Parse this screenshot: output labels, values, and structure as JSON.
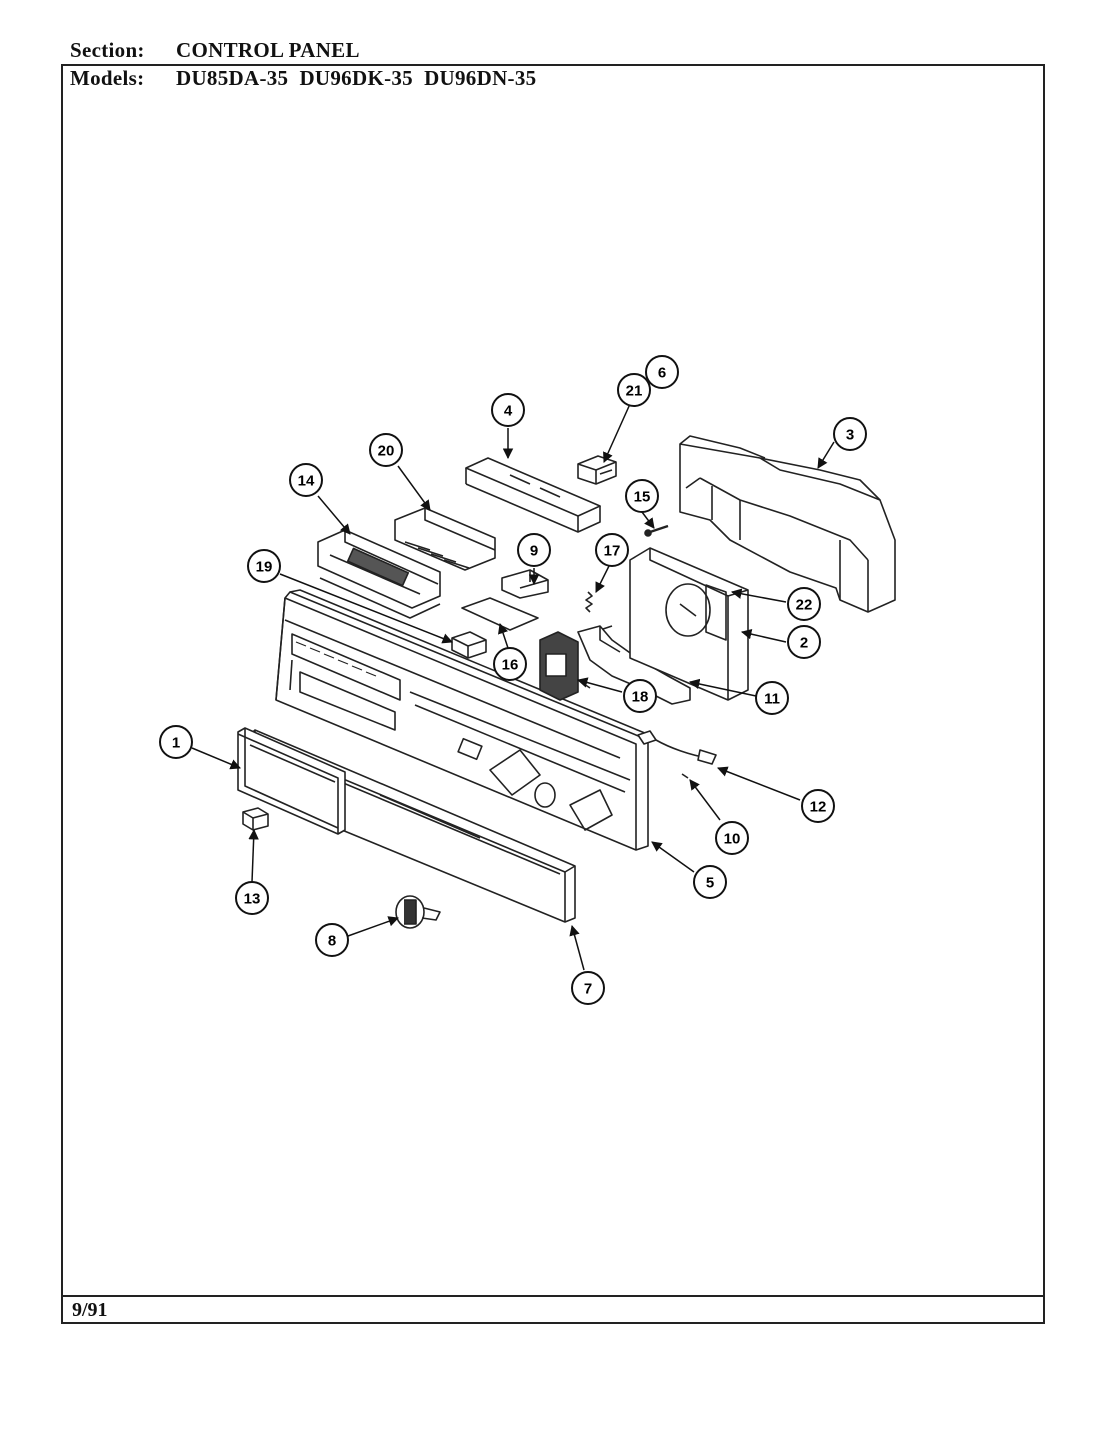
{
  "header": {
    "section_label": "Section:",
    "section_value": "CONTROL PANEL",
    "models_label": "Models:",
    "models_value": "DU85DA-35  DU96DK-35  DU96DN-35"
  },
  "footer": {
    "date": "9/91"
  },
  "callouts": [
    {
      "id": "c1",
      "label": "1"
    },
    {
      "id": "c2",
      "label": "2"
    },
    {
      "id": "c3",
      "label": "3"
    },
    {
      "id": "c4",
      "label": "4"
    },
    {
      "id": "c5",
      "label": "5"
    },
    {
      "id": "c6",
      "label": "6"
    },
    {
      "id": "c7",
      "label": "7"
    },
    {
      "id": "c8",
      "label": "8"
    },
    {
      "id": "c9",
      "label": "9"
    },
    {
      "id": "c10",
      "label": "10"
    },
    {
      "id": "c11",
      "label": "11"
    },
    {
      "id": "c12",
      "label": "12"
    },
    {
      "id": "c13",
      "label": "13"
    },
    {
      "id": "c14",
      "label": "14"
    },
    {
      "id": "c15",
      "label": "15"
    },
    {
      "id": "c16",
      "label": "16"
    },
    {
      "id": "c17",
      "label": "17"
    },
    {
      "id": "c18",
      "label": "18"
    },
    {
      "id": "c19",
      "label": "19"
    },
    {
      "id": "c20",
      "label": "20"
    },
    {
      "id": "c21",
      "label": "21"
    },
    {
      "id": "c22",
      "label": "22"
    }
  ]
}
